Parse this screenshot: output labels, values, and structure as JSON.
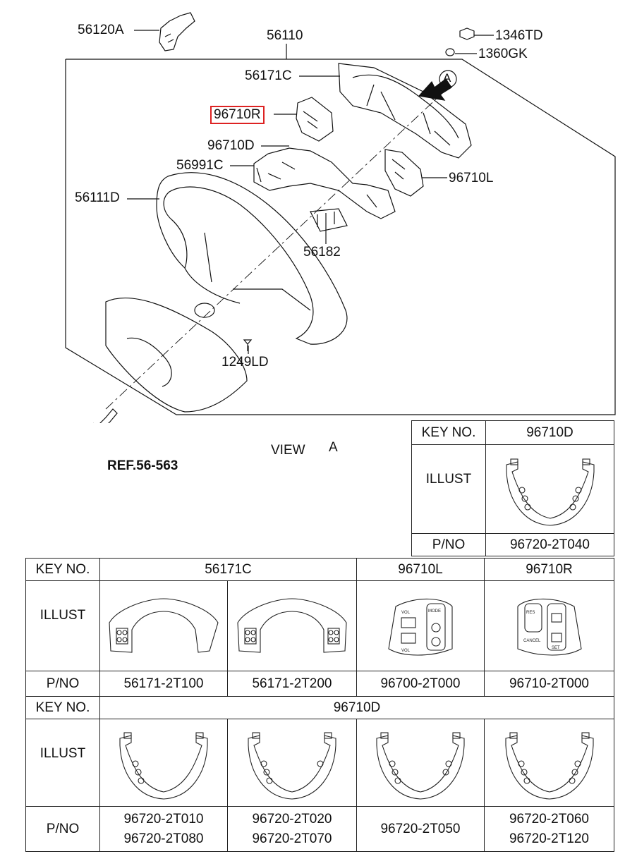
{
  "callouts": {
    "p56120A": "56120A",
    "p56110": "56110",
    "p1346TD": "1346TD",
    "p1360GK": "1360GK",
    "p56171C": "56171C",
    "p96710R": "96710R",
    "p96710D": "96710D",
    "p56991C": "56991C",
    "p96710L": "96710L",
    "p56111D": "56111D",
    "p56182": "56182",
    "p1249LD": "1249LD",
    "ref": "REF.56-563",
    "view": "VIEW",
    "view_mark": "A",
    "arrow_mark": "A"
  },
  "table_top": {
    "key_label": "KEY NO.",
    "key_value": "96710D",
    "illust_label": "ILLUST",
    "pno_label": "P/NO",
    "pno_value": "96720-2T040"
  },
  "table_mid": {
    "key_label": "KEY NO.",
    "illust_label": "ILLUST",
    "pno_label": "P/NO",
    "keys": [
      "56171C",
      "96710L",
      "96710R"
    ],
    "pnos": [
      "56171-2T100",
      "56171-2T200",
      "96700-2T000",
      "96710-2T000"
    ],
    "switch_l": {
      "vol_up": "VOL",
      "mode": "MODE",
      "vol_dn": "VOL"
    },
    "switch_r": {
      "res": "RES",
      "cancel": "CANCEL",
      "set": "SET"
    }
  },
  "table_bot": {
    "key_label": "KEY NO.",
    "key_value": "96710D",
    "illust_label": "ILLUST",
    "pno_label": "P/NO",
    "pnos": [
      [
        "96720-2T010",
        "96720-2T080"
      ],
      [
        "96720-2T020",
        "96720-2T070"
      ],
      [
        "96720-2T050"
      ],
      [
        "96720-2T060",
        "96720-2T120"
      ]
    ]
  }
}
